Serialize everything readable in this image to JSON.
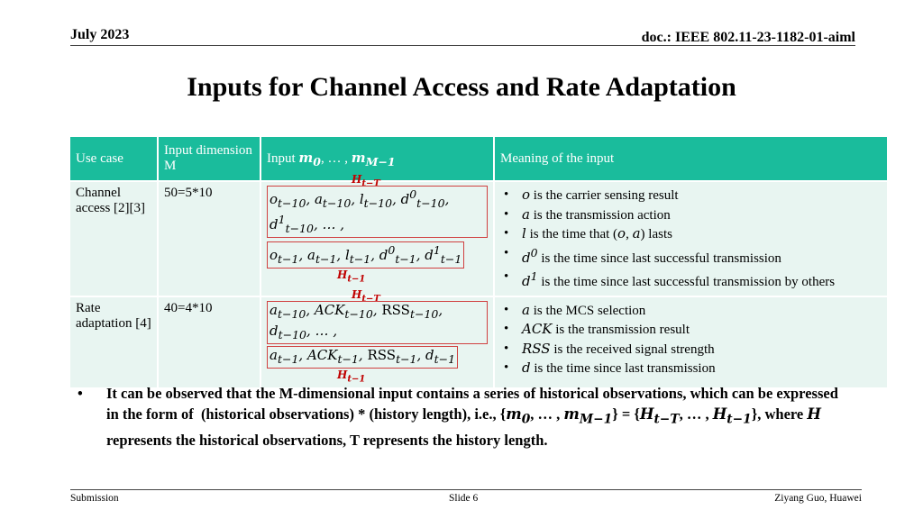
{
  "header": {
    "date": "July 2023",
    "doc_id": "doc.: IEEE 802.11-23-1182-01-aiml"
  },
  "title": "Inputs for Channel Access and Rate Adaptation",
  "table": {
    "headers": [
      "Use case",
      "Input dimension M",
      "Input m0, … , mM−1",
      "Meaning of the input"
    ],
    "rows": [
      {
        "use_case": "Channel access [2][3]",
        "dimension": "50=5*10",
        "input_top_label": "H t−T",
        "input_line1": "ot−10, at−10, lt−10, d0t−10, d1t−10, … ,",
        "input_line2": "ot−1, at−1, lt−1, d0t−1, d1t−1",
        "input_bottom_label": "H t−1",
        "meanings": [
          "o is the carrier sensing result",
          "a is the transmission action",
          "l is the time that (o, a) lasts",
          "d0 is the time since last successful transmission",
          "d1 is the time since last successful transmission by others"
        ]
      },
      {
        "use_case": "Rate adaptation [4]",
        "dimension": "40=4*10",
        "input_top_label": "H t−T",
        "input_line1": "at−10, ACKt−10, RSSt−10, dt−10, … ,",
        "input_line2": "at−1, ACKt−1, RSSt−1, dt−1",
        "input_bottom_label": "H t−1",
        "meanings": [
          "a is the MCS selection",
          "ACK is the transmission result",
          "RSS is the received signal strength",
          "d is the time since last transmission"
        ]
      }
    ]
  },
  "note": "It can be observed that the M-dimensional input contains a series of historical observations, which can be expressed in the form of  (historical observations) * (history length), i.e., {m0, … , mM−1} = {Ht−T, … , Ht−1}, where H represents the historical observations, T represents the history length.",
  "footer": {
    "left": "Submission",
    "center": "Slide 6",
    "right": "Ziyang Guo, Huawei"
  }
}
